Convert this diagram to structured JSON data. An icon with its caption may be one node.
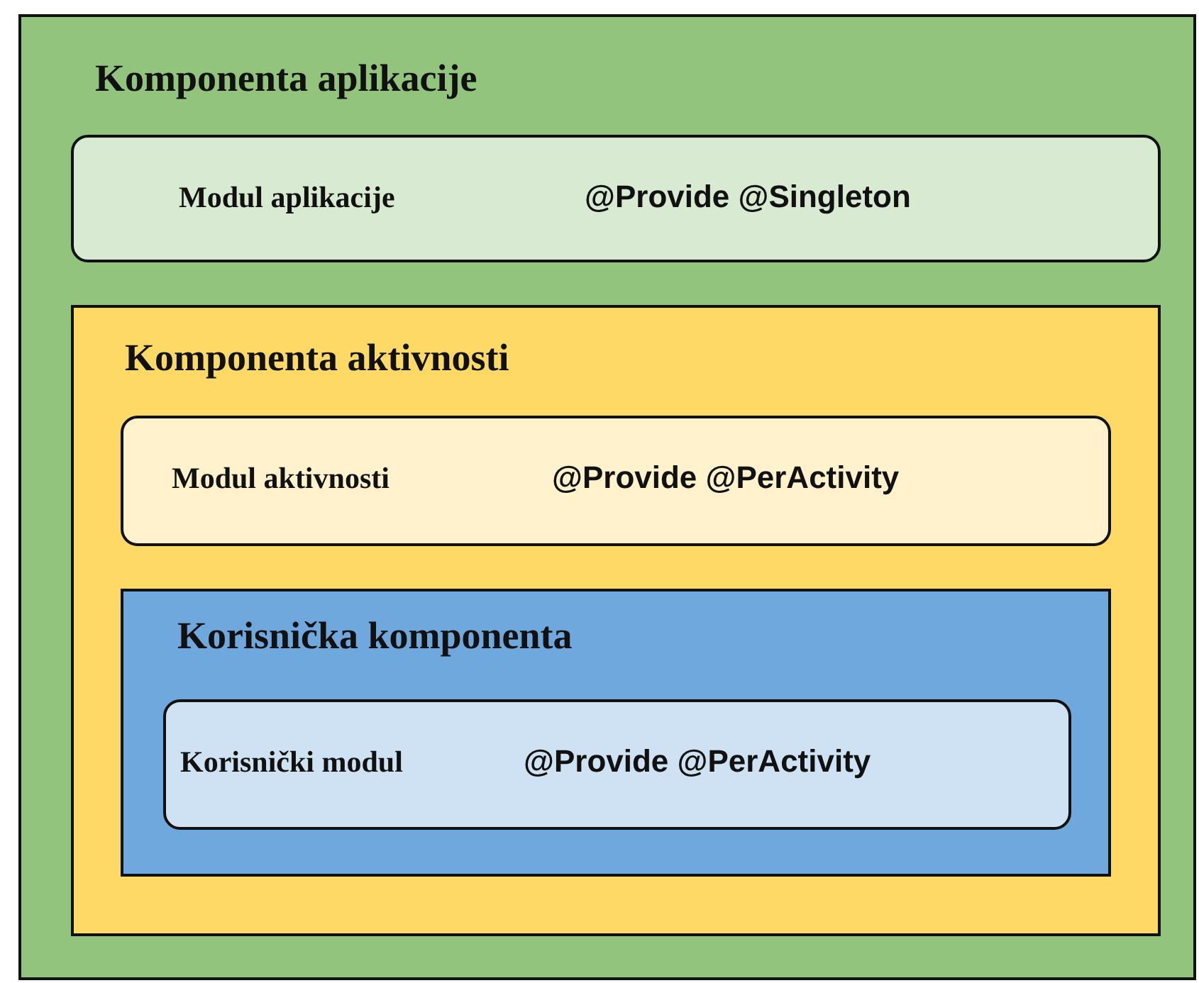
{
  "diagram": {
    "nodes": [
      {
        "text": [
          "Komponenta aplikacije"
        ]
      },
      {
        "text": [
          "Modul aplikacije",
          "@Provide @Singleton"
        ],
        "in": 0
      },
      {
        "text": [
          "Komponenta aktivnosti"
        ],
        "in": 0
      },
      {
        "text": [
          "Modul aktivnosti",
          "@Provide @PerActivity"
        ],
        "in": 2
      },
      {
        "text": [
          "Korisnička komponenta"
        ],
        "in": 2
      },
      {
        "text": [
          "Korisnički modul",
          "@Provide @PerActivity"
        ],
        "in": 4
      }
    ]
  }
}
